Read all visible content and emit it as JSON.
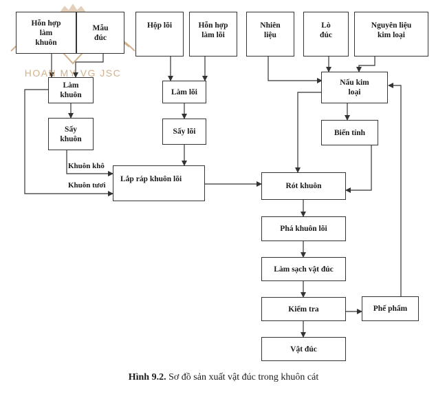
{
  "nodes": {
    "hon_hop_lam_khuon": "Hỗn hợp\nlàm\nkhuôn",
    "mau": "Mẫu\nđúc",
    "hop_loi": "Hộp lõi",
    "hon_hop_lam_loi": "Hỗn hợp\nlàm lõi",
    "nhien_lieu": "Nhiên\nliệu",
    "lo_duc": "Lò\nđúc",
    "nguyen_lieu": "Nguyên liệu\nkim loại",
    "lam_khuon": "Làm\nkhuôn",
    "lam_loi": "Làm lõi",
    "nau_kim_loai": "Nấu kim\nloại",
    "say_khuon": "Sấy\nkhuôn",
    "say_loi": "Sấy lõi",
    "bien_tinh": "Biến tính",
    "lap_rap": "Lắp ráp khuôn lõi",
    "rot_khuon": "Rót khuôn",
    "pha_khuon": "Phá khuôn lõi",
    "lam_sach": "Làm sạch vật đúc",
    "kiem_tra": "Kiểm tra",
    "phe_pham": "Phế phẩm",
    "vat_duc": "Vật đúc"
  },
  "edge_labels": {
    "khuon_kho": "Khuôn khô",
    "khuon_tuoi": "Khuôn tươi"
  },
  "caption": {
    "label": "Hình 9.2.",
    "text": " Sơ đồ sản xuất vật đúc trong khuôn cát"
  },
  "watermark": {
    "text": "HOAN MY VG JSC",
    "color": "#c9a47a"
  },
  "colors": {
    "line": "#333333"
  }
}
